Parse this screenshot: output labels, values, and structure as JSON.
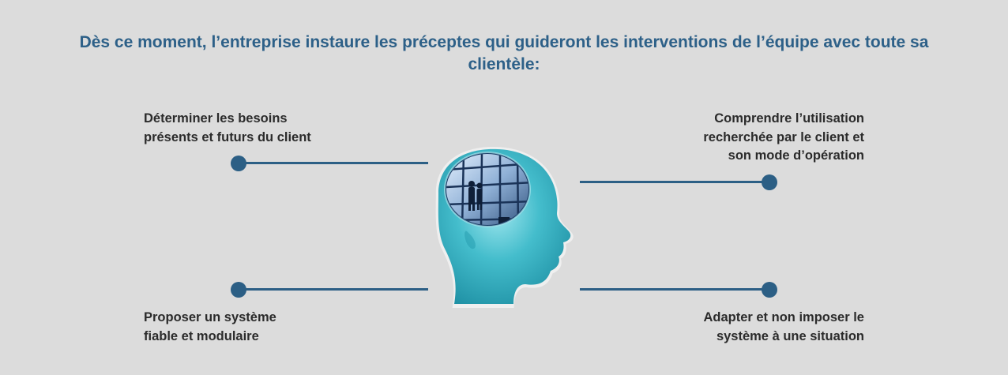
{
  "heading": "Dès ce moment, l’entreprise instaure les préceptes qui guideront les interventions de l’équipe avec toute sa clientèle:",
  "points": {
    "top_left": "Déterminer les besoins\nprésents et futurs du client",
    "top_right": "Comprendre l’utilisation\nrecherchée par le client et\nson mode d’opération",
    "bottom_left": "Proposer un système\nfiable et modulaire",
    "bottom_right": "Adapter et non imposer le\nsystème à une situation"
  },
  "colors": {
    "heading": "#2d6088",
    "connector": "#2c5f85",
    "head": "#3fb7c8",
    "background": "#dcdcdc"
  },
  "illustration": {
    "icon": "human-head-with-building-icon"
  }
}
